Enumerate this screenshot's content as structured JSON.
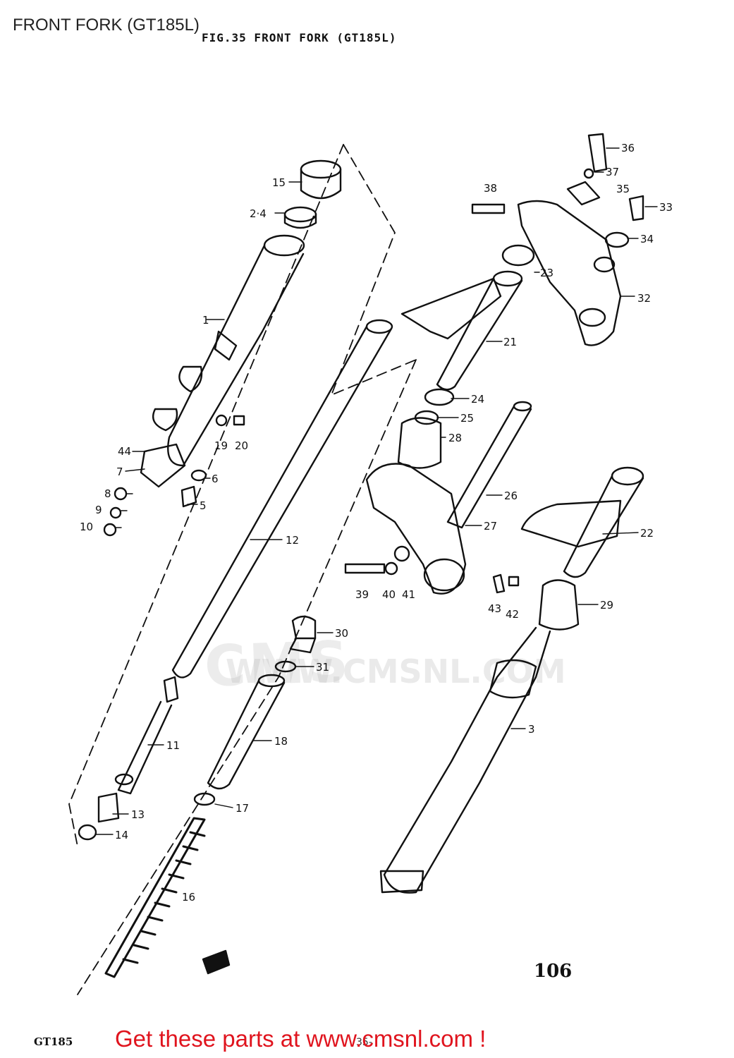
{
  "page": {
    "header": "FRONT FORK (GT185L)",
    "figure_title": "FIG.35  FRONT FORK (GT185L)",
    "page_number": "106",
    "model_code": "GT185",
    "page_ref": "35-",
    "promo": "Get these parts at www.cmsnl.com !",
    "watermark": "CMS",
    "watermark_url": "WWW.CMSNL.COM"
  },
  "colors": {
    "line": "#111111",
    "promo": "#e0141e",
    "watermark": "#bbbbbb"
  },
  "callouts": {
    "c1": "1",
    "c2_4": "2·4",
    "c3": "3",
    "c5": "5",
    "c6": "6",
    "c7": "7",
    "c8": "8",
    "c9": "9",
    "c10": "10",
    "c11": "11",
    "c12": "12",
    "c13": "13",
    "c14": "14",
    "c15": "15",
    "c16": "16",
    "c17": "17",
    "c18": "18",
    "c19": "19",
    "c20": "20",
    "c21": "21",
    "c22": "22",
    "c23": "23",
    "c24": "24",
    "c25": "25",
    "c26": "26",
    "c27": "27",
    "c28": "28",
    "c29": "29",
    "c30": "30",
    "c31": "31",
    "c32": "32",
    "c33": "33",
    "c34": "34",
    "c35": "35",
    "c36": "36",
    "c37": "37",
    "c38": "38",
    "c39": "39",
    "c40": "40",
    "c41": "41",
    "c42": "42",
    "c43": "43",
    "c44": "44"
  }
}
